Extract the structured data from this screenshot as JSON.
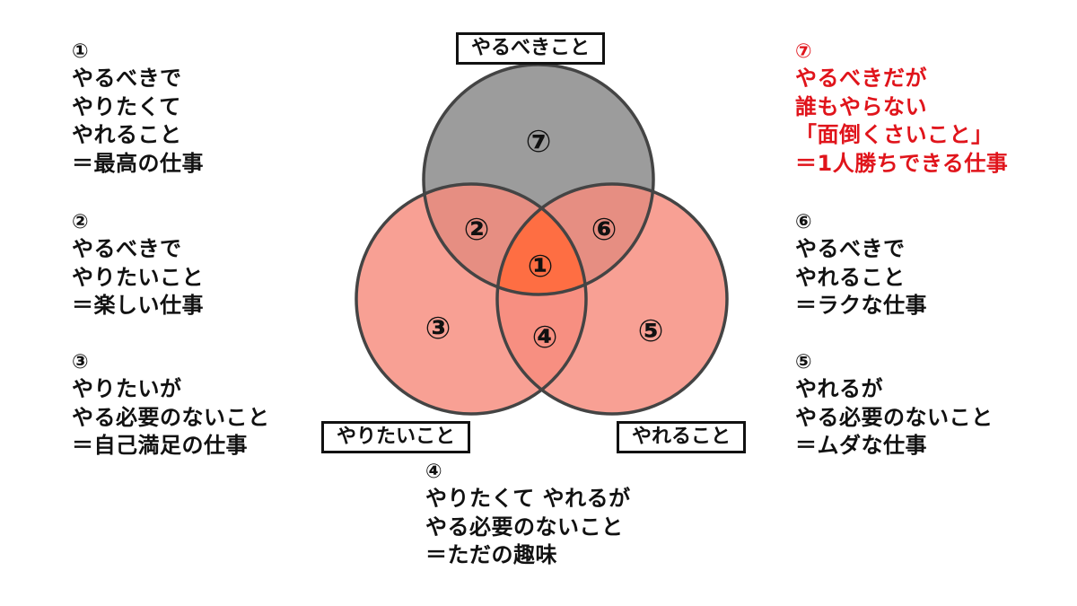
{
  "diagram": {
    "set_labels": {
      "must": "やるべきこと",
      "want": "やりたいこと",
      "can": "やれること"
    },
    "region_markers": {
      "r1": "①",
      "r2": "②",
      "r3": "③",
      "r4": "④",
      "r5": "⑤",
      "r6": "⑥",
      "r7": "⑦"
    },
    "colors": {
      "must_fill": "#9c9c9c",
      "want_fill": "#f78b7c",
      "can_fill": "#f78b7c",
      "center_fill": "#ff6a3d",
      "outline": "#444444",
      "highlight_text": "#e0141b"
    }
  },
  "descriptions": {
    "d1": {
      "marker": "①",
      "lines": [
        "やるべきで",
        "やりたくて",
        "やれること",
        "＝最高の仕事"
      ]
    },
    "d2": {
      "marker": "②",
      "lines": [
        "やるべきで",
        "やりたいこと",
        "＝楽しい仕事"
      ]
    },
    "d3": {
      "marker": "③",
      "lines": [
        "やりたいが",
        "やる必要のないこと",
        "＝自己満足の仕事"
      ]
    },
    "d4": {
      "marker": "④",
      "lines": [
        "やりたくて やれるが",
        "やる必要のないこと",
        "＝ただの趣味"
      ]
    },
    "d5": {
      "marker": "⑤",
      "lines": [
        "やれるが",
        "やる必要のないこと",
        "＝ムダな仕事"
      ]
    },
    "d6": {
      "marker": "⑥",
      "lines": [
        "やるべきで",
        "やれること",
        "＝ラクな仕事"
      ]
    },
    "d7": {
      "marker": "⑦",
      "lines": [
        "やるべきだが",
        "誰もやらない",
        "「面倒くさいこと」",
        "＝1人勝ちできる仕事"
      ]
    }
  }
}
